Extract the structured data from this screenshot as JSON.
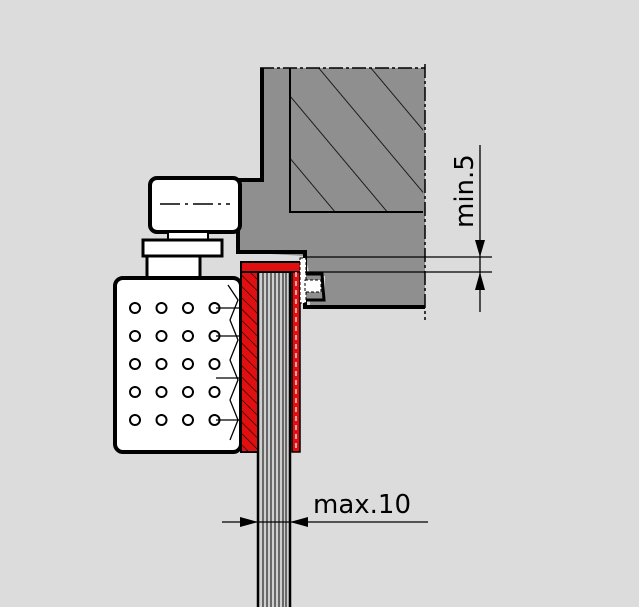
{
  "diagram": {
    "dimension_min": "min.5",
    "dimension_max": "max.10",
    "colors": {
      "background": "#dcdcdc",
      "wall": "#8f8f8f",
      "seal": "#e01010",
      "closer_body": "#ffffff"
    },
    "closer_dots": {
      "rows": 5,
      "cols": 4
    }
  }
}
